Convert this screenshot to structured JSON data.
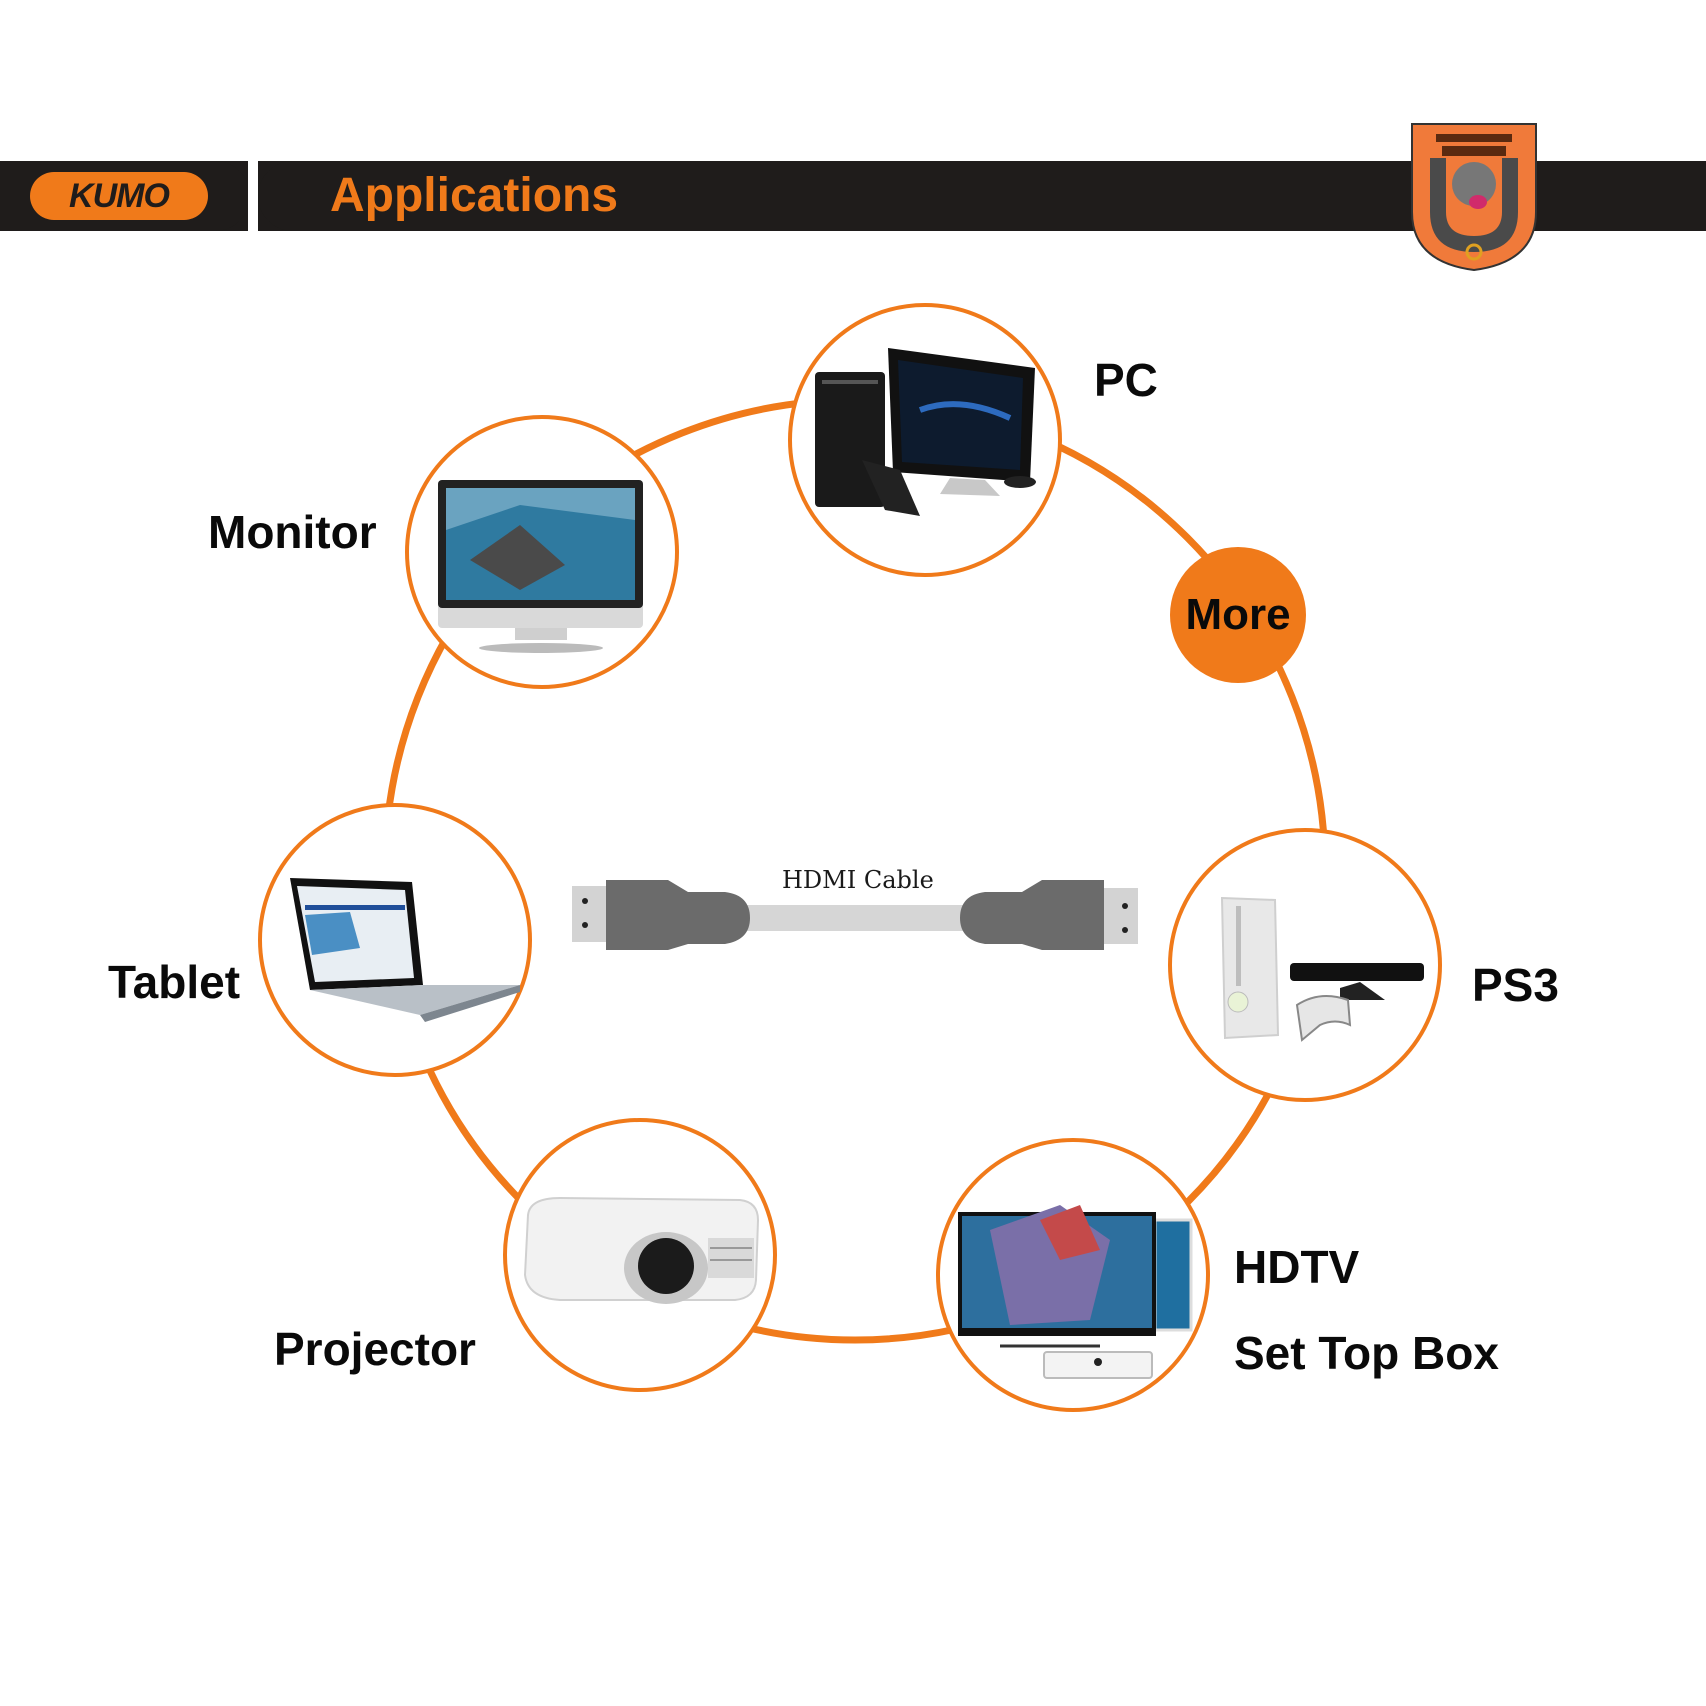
{
  "header": {
    "brand": "KUMO",
    "title": "Applications",
    "badge_icon": "emblem-badge-icon"
  },
  "colors": {
    "accent": "#f07a1a",
    "bar": "#1f1c1b",
    "text": "#0a0a0a"
  },
  "center": {
    "label": "HDMI Cable",
    "icon": "hdmi-cable-icon"
  },
  "more": {
    "label": "More"
  },
  "applications": [
    {
      "label": "PC",
      "icon": "desktop-pc-icon"
    },
    {
      "label": "Monitor",
      "icon": "monitor-icon"
    },
    {
      "label": "Tablet",
      "icon": "laptop-icon"
    },
    {
      "label": "Projector",
      "icon": "projector-icon"
    },
    {
      "label": "HDTV",
      "icon": "hdtv-icon"
    },
    {
      "label": "Set Top Box",
      "icon": "set-top-box-icon"
    },
    {
      "label": "PS3",
      "icon": "game-console-icon"
    }
  ]
}
